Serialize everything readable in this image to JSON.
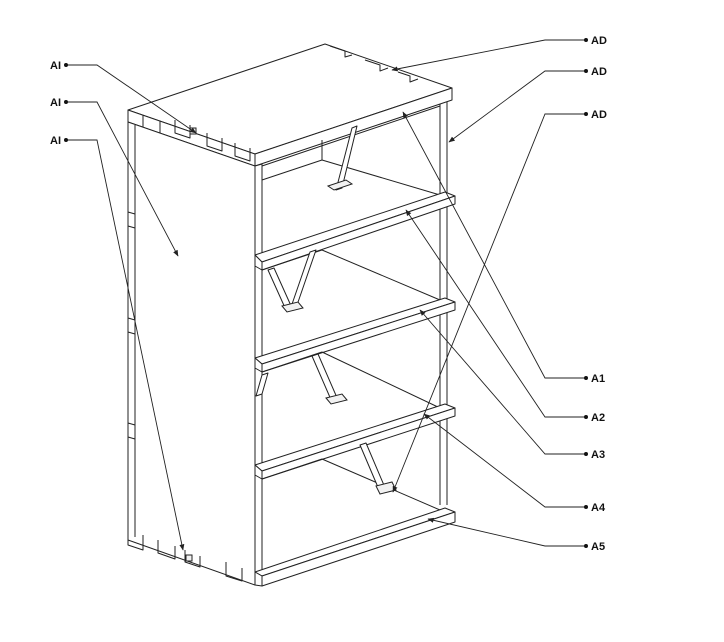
{
  "callouts_left": [
    {
      "label": "AI"
    },
    {
      "label": "AI"
    },
    {
      "label": "AI"
    }
  ],
  "callouts_right": [
    {
      "label": "AD"
    },
    {
      "label": "AD"
    },
    {
      "label": "AD"
    },
    {
      "label": "A1"
    },
    {
      "label": "A2"
    },
    {
      "label": "A3"
    },
    {
      "label": "A4"
    },
    {
      "label": "A5"
    }
  ],
  "colors": {
    "line": "#222222",
    "background": "#ffffff"
  }
}
